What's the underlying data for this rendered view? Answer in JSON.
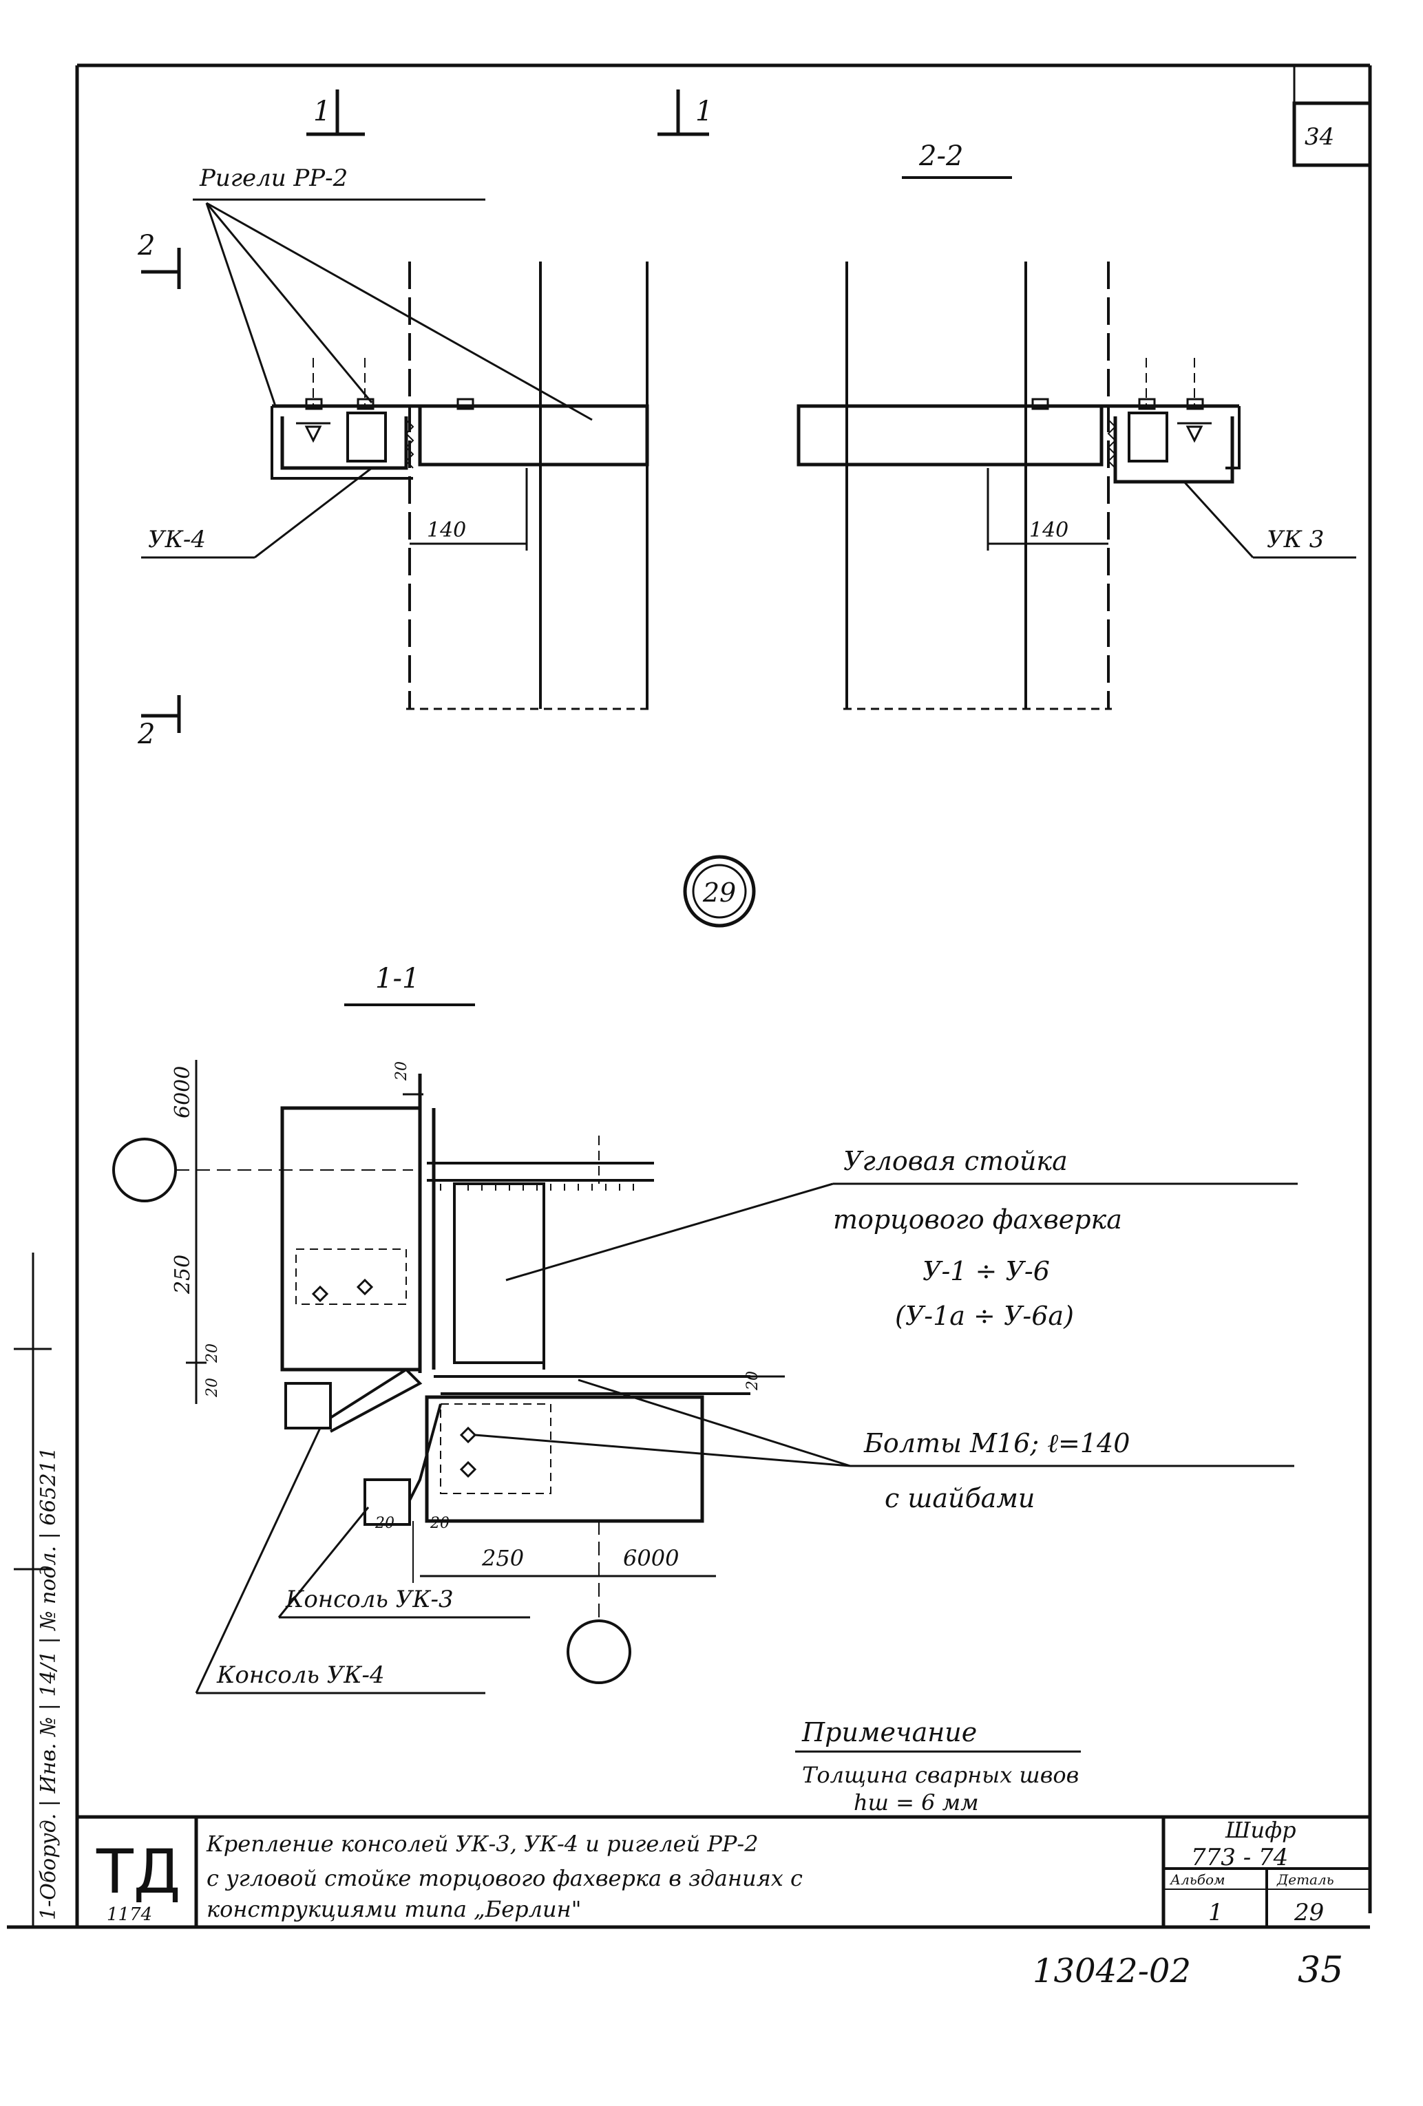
{
  "sheet": {
    "sheet_number": "34",
    "detail_number": "29",
    "footer_code": "13042-02",
    "footer_page": "35",
    "margin_stamp": "1-Оборуд. | Инв. № | 14/1 | № подл. | 665211"
  },
  "view_22": {
    "cut_mark_1_left": "1",
    "cut_mark_1_right": "1",
    "cut_mark_2_top": "2",
    "cut_mark_2_bottom": "2",
    "title": "2-2",
    "label_crossbars": "Ригели РР-2",
    "label_uk4": "УК-4",
    "label_uk3": "УК 3",
    "dim_left": "140",
    "dim_right": "140"
  },
  "section_11": {
    "title": "1-1",
    "dim_6000_top": "6000",
    "dim_250_vertical": "250",
    "dim_20_a": "20",
    "dim_20_b": "20",
    "dim_20_c": "20",
    "dim_20_d": "20",
    "dim_20_e": "20",
    "dim_20_f": "20",
    "dim_250_horizontal": "250",
    "dim_6000_horizontal": "6000",
    "label_corner_post_1": "Угловая стойка",
    "label_corner_post_2": "торцового фахверка",
    "label_corner_post_3": "У-1 ÷ У-6",
    "label_corner_post_4": "(У-1а ÷ У-6а)",
    "label_bolts_1": "Болты М16; ℓ=140",
    "label_bolts_2": "с шайбами",
    "label_console_uk3": "Консоль УК-3",
    "label_console_uk4": "Консоль УК-4"
  },
  "note": {
    "title": "Примечание",
    "line1": "Толщина сварных швов",
    "line2": "hш = 6 мм"
  },
  "title_block": {
    "logo": "ТД",
    "org_code": "1174",
    "description_line1": "Крепление консолей УК-3, УК-4 и ригелей РР-2",
    "description_line2": "с угловой стойке торцового фахверка в зданиях с",
    "description_line3": "конструкциями типа „Берлин\"",
    "cipher_label": "Шифр",
    "cipher_value": "773 - 74",
    "album_label": "Альбом",
    "album_value": "1",
    "detail_label": "Деталь",
    "detail_value": "29"
  },
  "colors": {
    "ink": "#111111",
    "paper": "#ffffff"
  }
}
